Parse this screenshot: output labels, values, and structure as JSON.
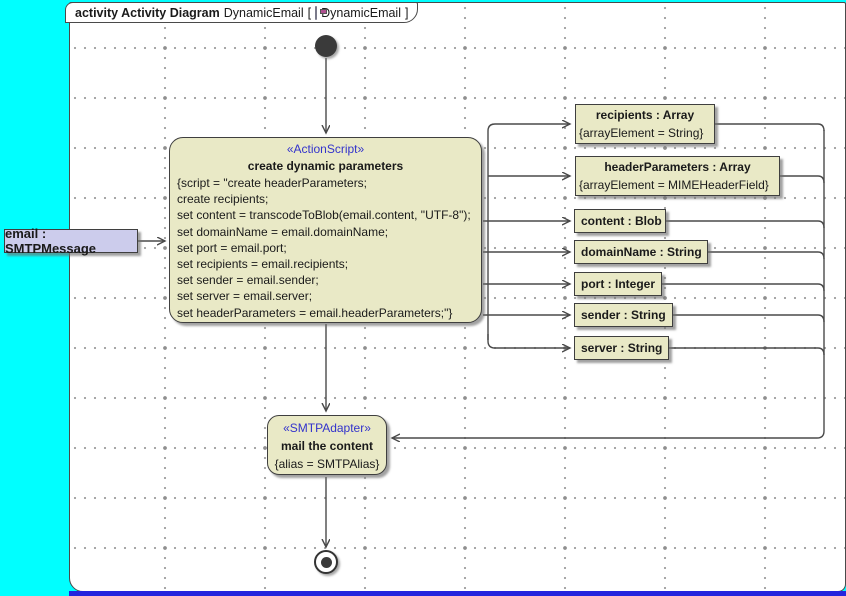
{
  "frame_tab": {
    "keyword": "activity Activity Diagram",
    "name": "DynamicEmail",
    "bracket_open": "[",
    "ref_name": "DynamicEmail",
    "bracket_close": "]",
    "ref_icon": "activity-diagram-icon"
  },
  "action_node": {
    "stereotype": "«ActionScript»",
    "name": "create dynamic parameters",
    "script_lines": [
      "{script = \"create headerParameters;",
      "create recipients;",
      "set content = transcodeToBlob(email.content, \"UTF-8\");",
      "set domainName = email.domainName;",
      "set port = email.port;",
      "set recipients = email.recipients;",
      "set sender = email.sender;",
      "set server = email.server;",
      "set headerParameters = email.headerParameters;\"}"
    ]
  },
  "input_node": {
    "label": "email : SMTPMessage"
  },
  "object_nodes": [
    {
      "title": "recipients : Array",
      "annotation": "{arrayElement = String}"
    },
    {
      "title": "headerParameters : Array",
      "annotation": "{arrayElement = MIMEHeaderField}"
    },
    {
      "title": "content : Blob"
    },
    {
      "title": "domainName : String"
    },
    {
      "title": "port : Integer"
    },
    {
      "title": "sender : String"
    },
    {
      "title": "server : String"
    }
  ],
  "adapter_node": {
    "stereotype": "«SMTPAdapter»",
    "name": "mail the content",
    "annotation": "{alias = SMTPAlias}"
  },
  "colors": {
    "outside_canvas": "#00ffff",
    "node_fill": "#e9e9c6",
    "input_node_fill": "#ccccec",
    "stereotype_text": "#3333cc",
    "edge_stroke": "#4a4a4a",
    "bottom_bar": "#2424dd"
  }
}
